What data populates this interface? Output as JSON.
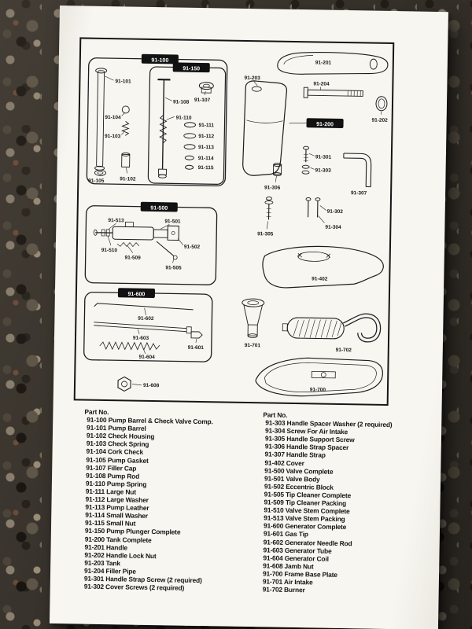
{
  "colors": {
    "paper": "#f6f5f1",
    "ink": "#1c1c1c",
    "tag_bg": "#111111",
    "tag_text": "#ffffff"
  },
  "diagram": {
    "boxes": {
      "b100": "91-100",
      "b150": "91-150",
      "b200": "91-200",
      "b500": "91-500",
      "b600": "91-600"
    },
    "callouts": {
      "p101": "91-101",
      "p104": "91-104",
      "p103": "91-103",
      "p102": "91-102",
      "p105": "91-105",
      "p108": "91-108",
      "p107": "91-107",
      "p110": "91-110",
      "p111": "91-111",
      "p112": "91-112",
      "p113": "91-113",
      "p114": "91-114",
      "p115": "91-115",
      "p201": "91-201",
      "p204": "91-204",
      "p202": "91-202",
      "p203": "91-203",
      "p301": "91-301",
      "p303": "91-303",
      "p306": "91-306",
      "p307": "91-307",
      "p305": "91-305",
      "p302": "91-302",
      "p304": "91-304",
      "p402": "91-402",
      "p513": "91-513",
      "p501": "91-501",
      "p510": "91-510",
      "p509": "91-509",
      "p502": "91-502",
      "p505": "91-505",
      "p602": "91-602",
      "p603": "91-603",
      "p604": "91-604",
      "p601": "91-601",
      "p701": "91-701",
      "p702": "91-702",
      "p700": "91-700",
      "p608": "91-608"
    }
  },
  "parts_list": {
    "left": {
      "header": "Part No.",
      "items": [
        "91-100 Pump Barrel & Check Valve Comp.",
        "91-101 Pump Barrel",
        "91-102 Check Housing",
        "91-103 Check Spring",
        "91-104 Cork Check",
        "91-105 Pump Gasket",
        "91-107 Filler Cap",
        "91-108 Pump Rod",
        "91-110 Pump Spring",
        "91-111 Large Nut",
        "91-112 Large Washer",
        "91-113 Pump Leather",
        "91-114 Small Washer",
        "91-115 Small Nut",
        "91-150 Pump Plunger Complete",
        "91-200 Tank Complete",
        "91-201 Handle",
        "91-202 Handle Lock Nut",
        "91-203 Tank",
        "91-204 Filler Pipe",
        "91-301 Handle Strap Screw (2 required)",
        "91-302 Cover Screws (2 required)"
      ]
    },
    "right": {
      "header": "Part No.",
      "items": [
        "91-303 Handle Spacer Washer (2 required)",
        "91-304 Screw For Air Intake",
        "91-305 Handle Support Screw",
        "91-306 Handle Strap Spacer",
        "91-307 Handle Strap",
        "91-402 Cover",
        "91-500 Valve Complete",
        "91-501 Valve Body",
        "91-502 Eccentric Block",
        "91-505 Tip Cleaner Complete",
        "91-509 Tip Cleaner Packing",
        "91-510 Valve Stem Complete",
        "91-513 Valve Stem Packing",
        "91-600 Generator Complete",
        "91-601 Gas Tip",
        "91-602 Generator Needle Rod",
        "91-603 Generator Tube",
        "91-604 Generator Coil",
        "91-608 Jamb Nut",
        "91-700 Frame Base Plate",
        "91-701 Air Intake",
        "91-702 Burner"
      ]
    }
  }
}
